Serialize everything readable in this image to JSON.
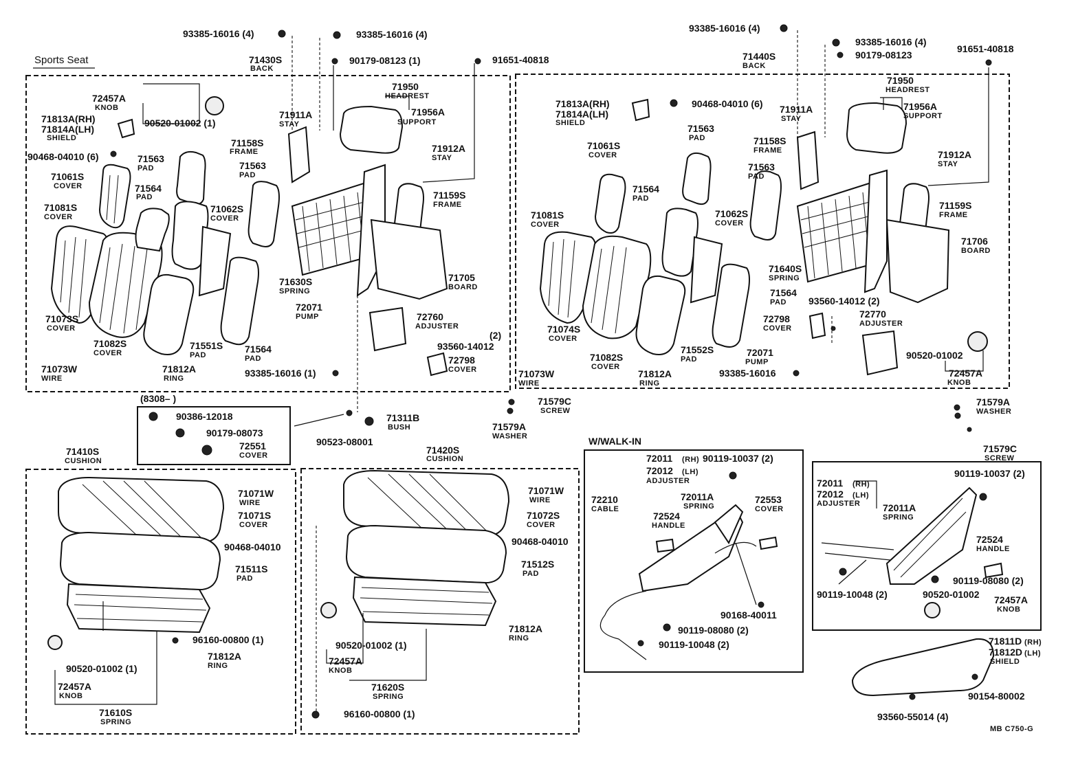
{
  "sections": {
    "sports_seat": "Sports Seat",
    "walk_in": "W/WALK-IN",
    "date_code": "(8308–      )",
    "footer": "MB  C750-G"
  },
  "labels": {
    "l_93385a": "93385-16016 (4)",
    "l_93385b": "93385-16016 (4)",
    "l_90179a": "90179-08123 (1)",
    "l_91651a": "91651-40818",
    "l_71430s": "71430S",
    "l_back1": "BACK",
    "l_72457a": "72457A",
    "l_knob1": "KNOB",
    "l_90520a": "90520-01002 (1)",
    "l_71813a": "71813A(RH)",
    "l_71814a": "71814A(LH)",
    "l_shield1": "SHIELD",
    "l_90468a": "90468-04010 (6)",
    "l_71911a": "71911A",
    "l_stay1": "STAY",
    "l_71950a": "71950",
    "l_headrest1": "HEADREST",
    "l_71956a": "71956A",
    "l_support1": "SUPPORT",
    "l_71912a": "71912A",
    "l_stay2": "STAY",
    "l_71158a": "71158S",
    "l_frame1": "FRAME",
    "l_71563a": "71563",
    "l_pad1": "PAD",
    "l_71563b": "71563",
    "l_pad2": "PAD",
    "l_71061a": "71061S",
    "l_cover1": "COVER",
    "l_71564a": "71564",
    "l_pad3": "PAD",
    "l_71062a": "71062S",
    "l_cover2": "COVER",
    "l_71159a": "71159S",
    "l_frame2": "FRAME",
    "l_71081a": "71081S",
    "l_cover3": "COVER",
    "l_71630s": "71630S",
    "l_spring1": "SPRING",
    "l_71705": "71705",
    "l_board1": "BOARD",
    "l_72071a": "72071",
    "l_pump1": "PUMP",
    "l_72760": "72760",
    "l_adjuster1": "ADJUSTER",
    "l_71073s": "71073S",
    "l_cover4": "COVER",
    "l_71082a": "71082S",
    "l_cover5": "COVER",
    "l_71551s": "71551S",
    "l_pad4": "PAD",
    "l_71564b": "71564",
    "l_pad5": "PAD",
    "l_93560a_q": "(2)",
    "l_93560a": "93560-14012",
    "l_72798a": "72798",
    "l_cover6": "COVER",
    "l_71073wa": "71073W",
    "l_wire1": "WIRE",
    "l_71812a": "71812A",
    "l_ring1": "RING",
    "l_93385c": "93385-16016 (1)",
    "l_90386": "90386-12018",
    "l_90179b": "90179-08073",
    "l_72551": "72551",
    "l_cover7": "COVER",
    "l_90523": "90523-08001",
    "l_71311b": "71311B",
    "l_bush1": "BUSH",
    "l_71579ca": "71579C",
    "l_screw1": "SCREW",
    "l_71579aa": "71579A",
    "l_washer1": "WASHER",
    "l_93385d": "93385-16016 (4)",
    "l_93385e": "93385-16016 (4)",
    "l_90179c": "90179-08123",
    "l_91651b": "91651-40818",
    "l_71440s": "71440S",
    "l_back2": "BACK",
    "l_71813b": "71813A(RH)",
    "l_71814b": "71814A(LH)",
    "l_shield2": "SHIELD",
    "l_90468b": "90468-04010 (6)",
    "l_71911b": "71911A",
    "l_stay3": "STAY",
    "l_71950b": "71950",
    "l_headrest2": "HEADREST",
    "l_71956b": "71956A",
    "l_support2": "SUPPORT",
    "l_71912b": "71912A",
    "l_stay4": "STAY",
    "l_71061b": "71061S",
    "l_cover8": "COVER",
    "l_71563c": "71563",
    "l_pad6": "PAD",
    "l_71158b": "71158S",
    "l_frame3": "FRAME",
    "l_71563d": "71563",
    "l_pad7": "PAD",
    "l_71564c": "71564",
    "l_pad8": "PAD",
    "l_71062b": "71062S",
    "l_cover9": "COVER",
    "l_71159b": "71159S",
    "l_frame4": "FRAME",
    "l_71081b": "71081S",
    "l_cover10": "COVER",
    "l_71706": "71706",
    "l_board2": "BOARD",
    "l_71640s": "71640S",
    "l_spring2": "SPRING",
    "l_71564d": "71564",
    "l_pad9": "PAD",
    "l_93560b": "93560-14012 (2)",
    "l_72770": "72770",
    "l_adjuster2": "ADJUSTER",
    "l_71074s": "71074S",
    "l_cover11": "COVER",
    "l_72798b": "72798",
    "l_cover12": "COVER",
    "l_72071b": "72071",
    "l_pump2": "PUMP",
    "l_90520b": "90520-01002",
    "l_71082b": "71082S",
    "l_cover13": "COVER",
    "l_71552s": "71552S",
    "l_pad10": "PAD",
    "l_93385f": "93385-16016",
    "l_72457b": "72457A",
    "l_knob2": "KNOB",
    "l_71073wb": "71073W",
    "l_wire2": "WIRE",
    "l_71812b": "71812A",
    "l_ring2": "RING",
    "l_71579ab": "71579A",
    "l_washer2": "WASHER",
    "l_71579cb": "71579C",
    "l_screw2": "SCREW",
    "l_71410s": "71410S",
    "l_cushion1": "CUSHION",
    "l_71071wa": "71071W",
    "l_wire3": "WIRE",
    "l_71071s": "71071S",
    "l_cover14": "COVER",
    "l_90468c": "90468-04010",
    "l_71511s": "71511S",
    "l_pad11": "PAD",
    "l_96160a": "96160-00800 (1)",
    "l_71812c": "71812A",
    "l_ring3": "RING",
    "l_90520c": "90520-01002 (1)",
    "l_72457c": "72457A",
    "l_knob3": "KNOB",
    "l_71610s": "71610S",
    "l_spring3": "SPRING",
    "l_71420s": "71420S",
    "l_cushion2": "CUSHION",
    "l_71071wb": "71071W",
    "l_wire4": "WIRE",
    "l_71072s": "71072S",
    "l_cover15": "COVER",
    "l_90468d": "90468-04010",
    "l_71512s": "71512S",
    "l_pad12": "PAD",
    "l_71812d": "71812A",
    "l_ring4": "RING",
    "l_90520d": "90520-01002 (1)",
    "l_72457d": "72457A",
    "l_knob4": "KNOB",
    "l_71620s": "71620S",
    "l_spring4": "SPRING",
    "l_96160b": "96160-00800 (1)",
    "l_72011a": "72011",
    "l_rh1": "(RH)",
    "l_90119a": "90119-10037 (2)",
    "l_72012a": "72012",
    "l_lh1": "(LH)",
    "l_adjuster3": "ADJUSTER",
    "l_72210": "72210",
    "l_cable1": "CABLE",
    "l_72011aa": "72011A",
    "l_spring5": "SPRING",
    "l_72553": "72553",
    "l_cover16": "COVER",
    "l_72524a": "72524",
    "l_handle1": "HANDLE",
    "l_90168": "90168-40011",
    "l_90119b": "90119-08080 (2)",
    "l_90119c": "90119-10048 (2)",
    "l_72011b": "72011",
    "l_rh2": "(RH)",
    "l_90119d": "90119-10037 (2)",
    "l_72012b": "72012",
    "l_lh2": "(LH)",
    "l_adjuster4": "ADJUSTER",
    "l_72011ab": "72011A",
    "l_spring6": "SPRING",
    "l_72524b": "72524",
    "l_handle2": "HANDLE",
    "l_90119e": "90119-08080 (2)",
    "l_90119f": "90119-10048 (2)",
    "l_90520e": "90520-01002",
    "l_72457e": "72457A",
    "l_knob5": "KNOB",
    "l_71811d": "71811D",
    "l_rh3": "(RH)",
    "l_71812e": "71812D",
    "l_lh3": "(LH)",
    "l_shield3": "SHIELD",
    "l_90154": "90154-80002",
    "l_93560c": "93560-55014 (4)"
  }
}
